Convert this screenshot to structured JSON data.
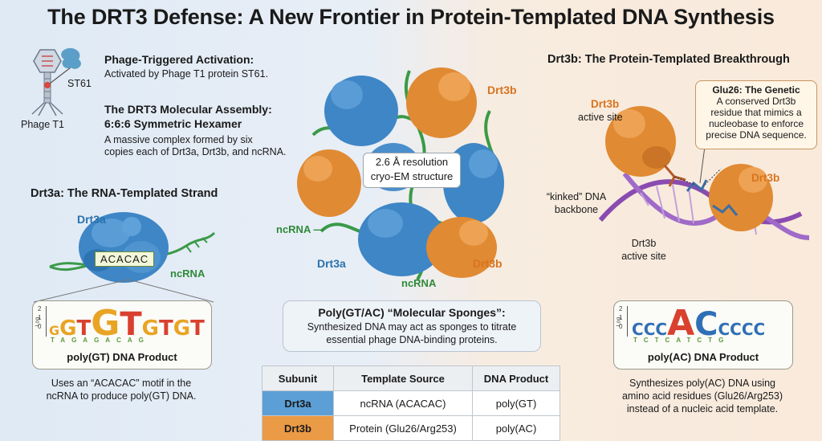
{
  "title": "The DRT3 Defense: A New Frontier in Protein-Templated DNA Synthesis",
  "phage": {
    "heading": "Phage-Triggered Activation:",
    "text": "Activated by Phage T1 protein ST61.",
    "phage_label": "Phage T1",
    "protein_label": "ST61"
  },
  "assembly": {
    "heading_line1": "The DRT3 Molecular Assembly:",
    "heading_line2": "6:6:6 Symmetric Hexamer",
    "text_line1": "A massive complex formed by six",
    "text_line2": "copies each of Drt3a, Drt3b, and ncRNA."
  },
  "drt3a_section": {
    "heading": "Drt3a: The RNA-Templated Strand",
    "protein_label": "Drt3a",
    "motif": "ACACAC",
    "rna_label": "ncRNA",
    "logo_title": "poly(GT) DNA Product",
    "logo_top": "GGTGTGTGT",
    "logo_bottom": "TAGAGACAG",
    "caption_line1": "Uses an “ACACAC” motif in the",
    "caption_line2": "ncRNA to produce poly(GT) DNA."
  },
  "center": {
    "resolution_line1": "2.6 Å resolution",
    "resolution_line2": "cryo-EM structure",
    "label_drt3b_top": "Drt3b",
    "label_drt3b_bottom": "Drt3b",
    "label_drt3a": "Drt3a",
    "label_ncrna_left": "ncRNA —",
    "label_ncrna_bottom": "ncRNA"
  },
  "sponges": {
    "heading": "Poly(GT/AC) “Molecular Sponges”:",
    "line1": "Synthesized DNA may act as sponges to titrate",
    "line2": "essential phage DNA-binding proteins."
  },
  "table": {
    "headers": [
      "Subunit",
      "Template Source",
      "DNA Product"
    ],
    "rows": [
      {
        "subunit": "Drt3a",
        "source": "ncRNA (ACACAC)",
        "product": "poly(GT)"
      },
      {
        "subunit": "Drt3b",
        "source": "Protein (Glu26/Arg253)",
        "product": "poly(AC)"
      }
    ]
  },
  "drt3b_section": {
    "heading": "Drt3b: The Protein-Templated Breakthrough",
    "active_site_top_1": "Drt3b",
    "active_site_top_2": "active site",
    "kinked_1": "“kinked” DNA",
    "kinked_2": "backbone",
    "active_site_bottom_1": "Drt3b",
    "active_site_bottom_2": "active site",
    "drt3b_right": "Drt3b",
    "glu_heading": "Glu26: The Genetic",
    "glu_line1": "A conserved Drt3b",
    "glu_line2": "residue that mimics a",
    "glu_line3": "nucleobase to enforce",
    "glu_line4": "precise DNA sequence.",
    "logo_title": "poly(AC) DNA Product",
    "logo_top": "CCCACCCCC",
    "logo_bottom": "TCTCATCTG",
    "caption_line1": "Synthesizes poly(AC) DNA using",
    "caption_line2": "amino acid residues (Glu26/Arg253)",
    "caption_line3": "instead of a nucleic acid template."
  },
  "logo_axis": {
    "y_label": "Log",
    "ticks": [
      "2",
      "1",
      "0"
    ]
  },
  "colors": {
    "drt3a": "#3e86c6",
    "drt3b": "#e08a33",
    "ncrna": "#3a9a48",
    "dna": "#8a4bb0"
  }
}
